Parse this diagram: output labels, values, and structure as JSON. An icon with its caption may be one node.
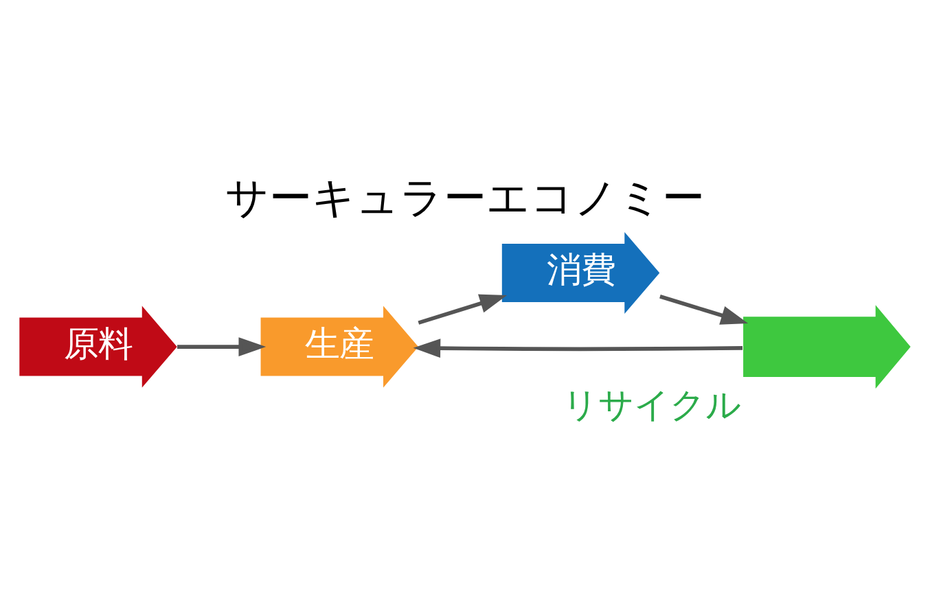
{
  "diagram": {
    "title": "サーキュラーエコノミー",
    "nodes": [
      {
        "text": [
          "原料"
        ]
      },
      {
        "text": [
          "生産"
        ]
      },
      {
        "text": [
          "消費"
        ]
      },
      {
        "text": [],
        "shape": "arrow",
        "beside": [
          "リサイクル"
        ]
      }
    ],
    "edges": [
      {
        "from": 0,
        "to": 1,
        "arrow": "to"
      },
      {
        "from": 1,
        "to": 2,
        "arrow": "to"
      },
      {
        "from": 2,
        "to": 3,
        "arrow": "to"
      },
      {
        "from": 3,
        "to": 1,
        "arrow": "to"
      }
    ]
  }
}
